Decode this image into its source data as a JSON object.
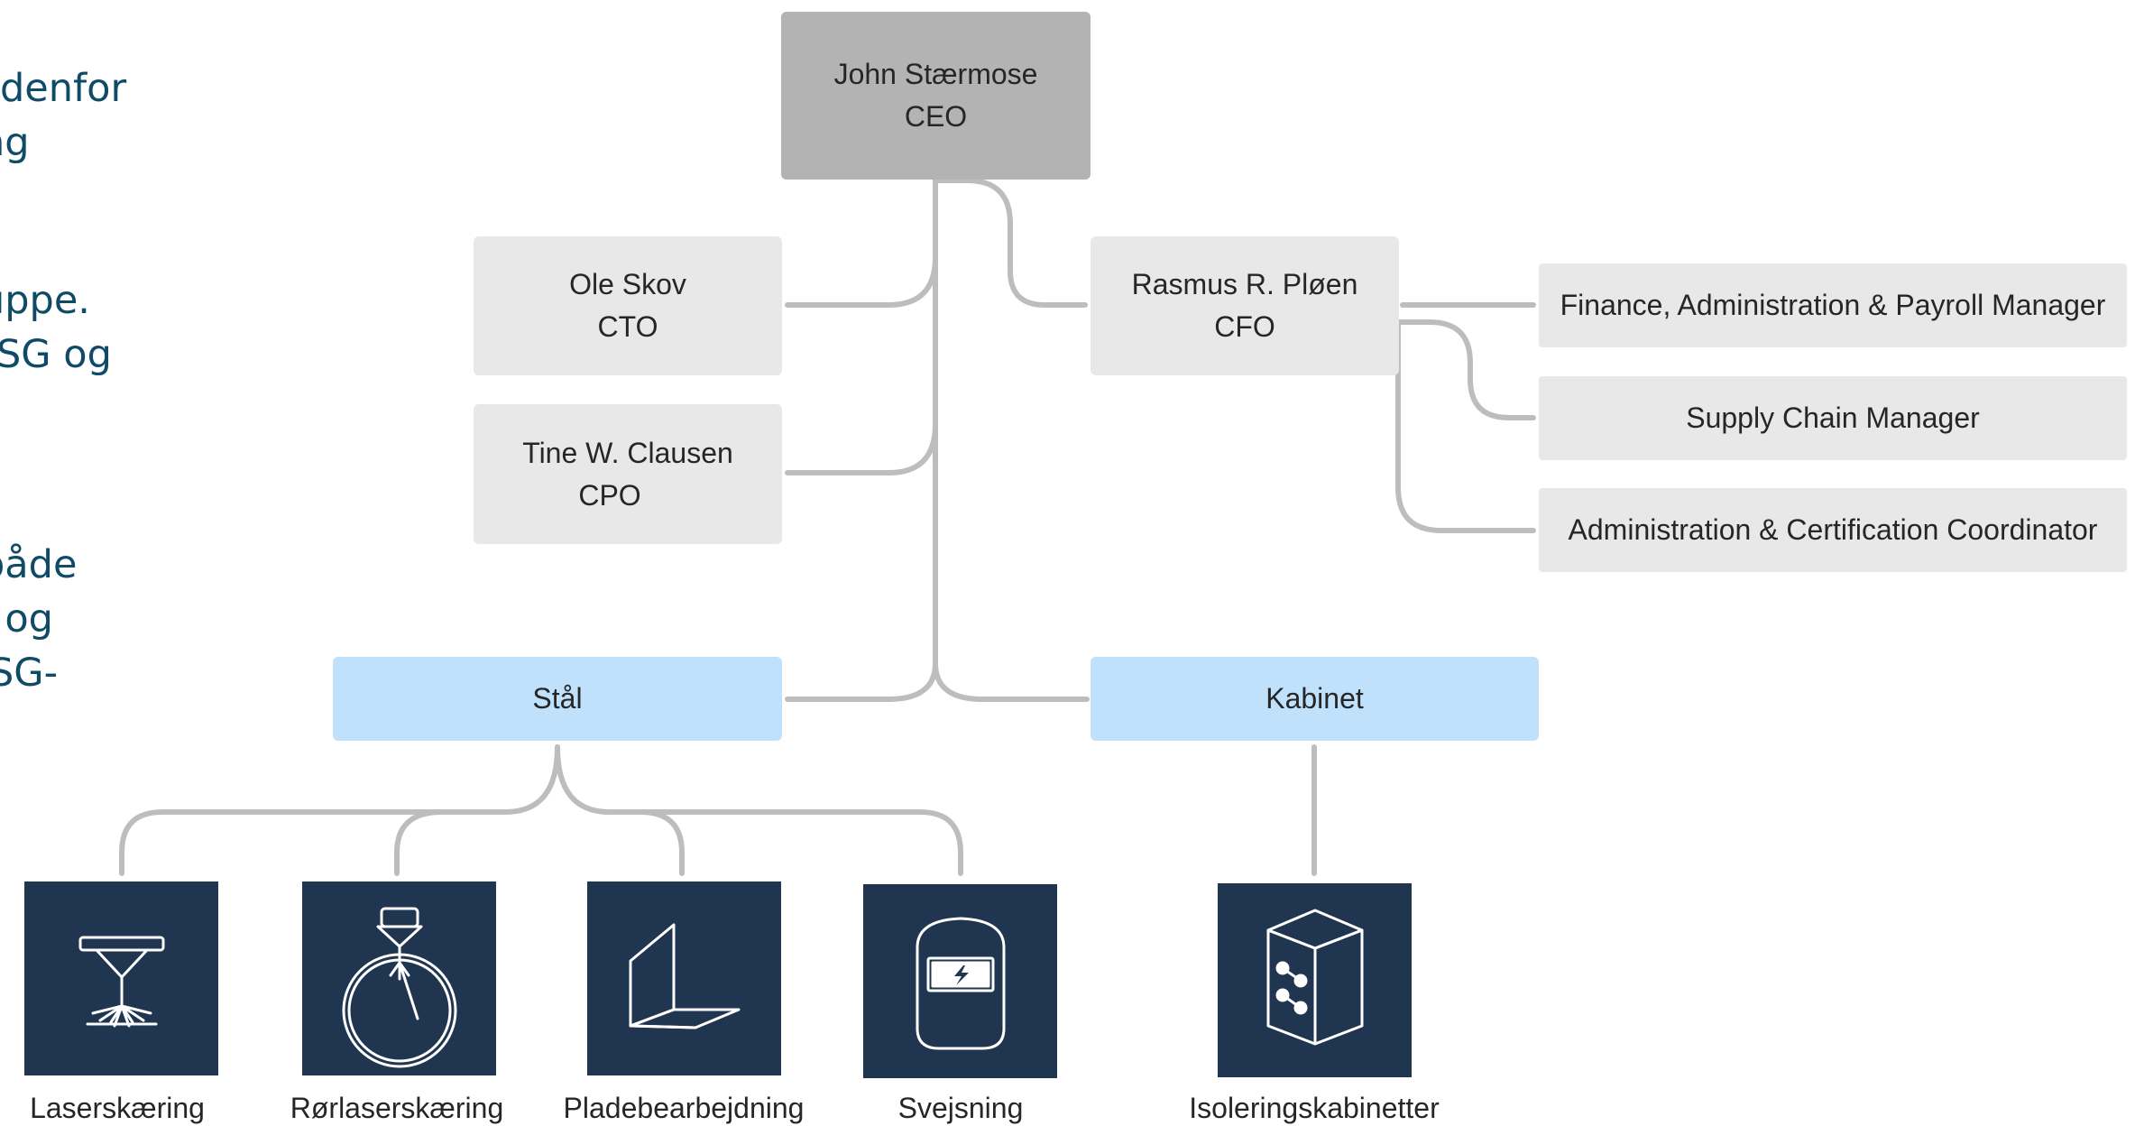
{
  "intro_fragments": [
    "denfor",
    "ng",
    "uppe.",
    "SG og",
    "både",
    "r og",
    "SG-"
  ],
  "ceo": {
    "name": "John Stærmose",
    "title": "CEO"
  },
  "cto": {
    "name": "Ole Skov",
    "title": "CTO"
  },
  "cpo": {
    "name": "Tine W. Clausen",
    "title": "CPO"
  },
  "cfo": {
    "name": "Rasmus R. Pløen",
    "title": "CFO"
  },
  "cfo_reports": [
    "Finance, Administration & Payroll Manager",
    "Supply Chain Manager",
    "Administration & Certification Coordinator"
  ],
  "divisions": {
    "steel": "Stål",
    "cabinet": "Kabinet"
  },
  "units": [
    {
      "label": "Laserskæring",
      "icon": "laser-cutter-icon"
    },
    {
      "label": "Rørlaserskæring",
      "icon": "tube-laser-icon"
    },
    {
      "label": "Pladebearbejdning",
      "icon": "sheet-bending-icon"
    },
    {
      "label": "Svejsning",
      "icon": "welding-mask-icon"
    },
    {
      "label": "Isoleringskabinetter",
      "icon": "insulation-cabinet-icon"
    }
  ],
  "colors": {
    "ceo_box": "#b3b3b3",
    "exec_box": "#e8e8e8",
    "division_box": "#bfe1fb",
    "tile": "#1f3550",
    "connector": "#bdbdbd",
    "intro_text": "#0f4a66"
  }
}
